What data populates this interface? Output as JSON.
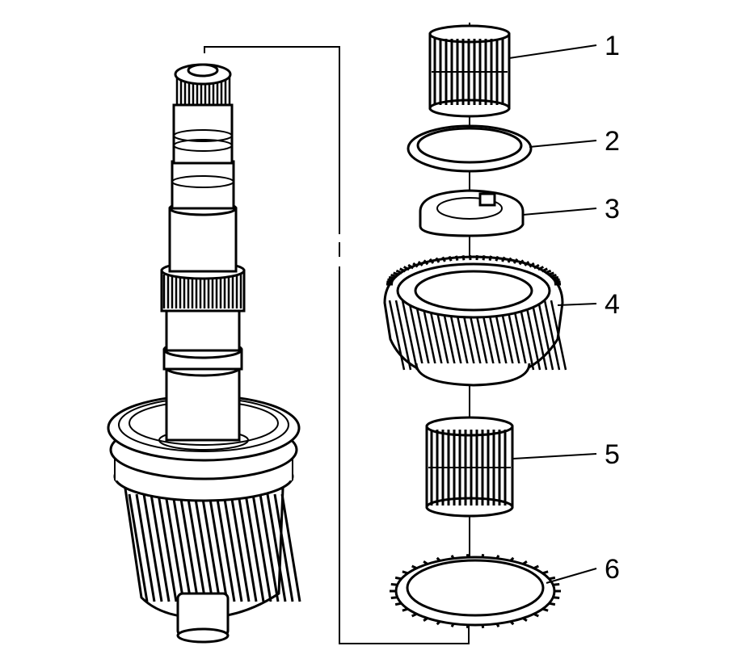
{
  "diagram": {
    "callouts": [
      {
        "id": "callout-1",
        "label": "1"
      },
      {
        "id": "callout-2",
        "label": "2"
      },
      {
        "id": "callout-3",
        "label": "3"
      },
      {
        "id": "callout-4",
        "label": "4"
      },
      {
        "id": "callout-5",
        "label": "5"
      },
      {
        "id": "callout-6",
        "label": "6"
      }
    ]
  }
}
